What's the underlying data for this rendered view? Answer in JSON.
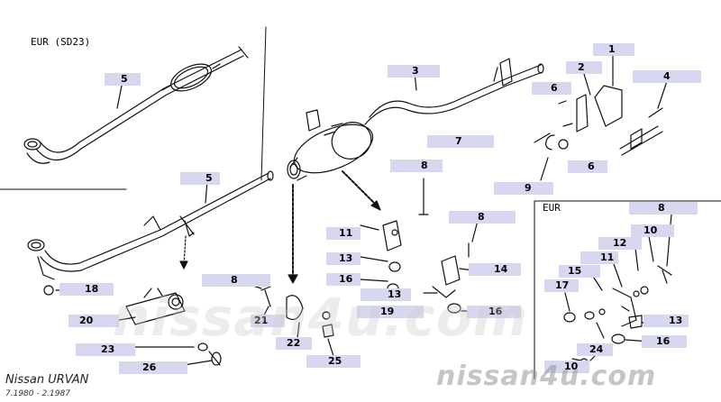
{
  "regions": {
    "top_left_label": "EUR (SD23)",
    "inset_label": "EUR"
  },
  "footer": {
    "model": "Nissan URVAN",
    "years": "7.1980 - 2.1987"
  },
  "watermarks": {
    "center": "nissan4u.com",
    "bottom_right": "nissan4u.com"
  },
  "parts": [
    {
      "id": "p1",
      "number": "1"
    },
    {
      "id": "p2",
      "number": "2"
    },
    {
      "id": "p3",
      "number": "3"
    },
    {
      "id": "p4",
      "number": "4"
    },
    {
      "id": "p5a",
      "number": "5"
    },
    {
      "id": "p5b",
      "number": "5"
    },
    {
      "id": "p6a",
      "number": "6"
    },
    {
      "id": "p6b",
      "number": "6"
    },
    {
      "id": "p7",
      "number": "7"
    },
    {
      "id": "p8a",
      "number": "8"
    },
    {
      "id": "p8b",
      "number": "8"
    },
    {
      "id": "p8c",
      "number": "8"
    },
    {
      "id": "p8d",
      "number": "8"
    },
    {
      "id": "p9",
      "number": "9"
    },
    {
      "id": "p10a",
      "number": "10"
    },
    {
      "id": "p10b",
      "number": "10"
    },
    {
      "id": "p11a",
      "number": "11"
    },
    {
      "id": "p11b",
      "number": "11"
    },
    {
      "id": "p12",
      "number": "12"
    },
    {
      "id": "p13a",
      "number": "13"
    },
    {
      "id": "p13b",
      "number": "13"
    },
    {
      "id": "p13c",
      "number": "13"
    },
    {
      "id": "p14",
      "number": "14"
    },
    {
      "id": "p15",
      "number": "15"
    },
    {
      "id": "p16a",
      "number": "16"
    },
    {
      "id": "p16b",
      "number": "16"
    },
    {
      "id": "p16c",
      "number": "16"
    },
    {
      "id": "p17",
      "number": "17"
    },
    {
      "id": "p18",
      "number": "18"
    },
    {
      "id": "p19",
      "number": "19"
    },
    {
      "id": "p20",
      "number": "20"
    },
    {
      "id": "p21",
      "number": "21"
    },
    {
      "id": "p22",
      "number": "22"
    },
    {
      "id": "p23",
      "number": "23"
    },
    {
      "id": "p24",
      "number": "24"
    },
    {
      "id": "p25",
      "number": "25"
    },
    {
      "id": "p26",
      "number": "26"
    }
  ]
}
